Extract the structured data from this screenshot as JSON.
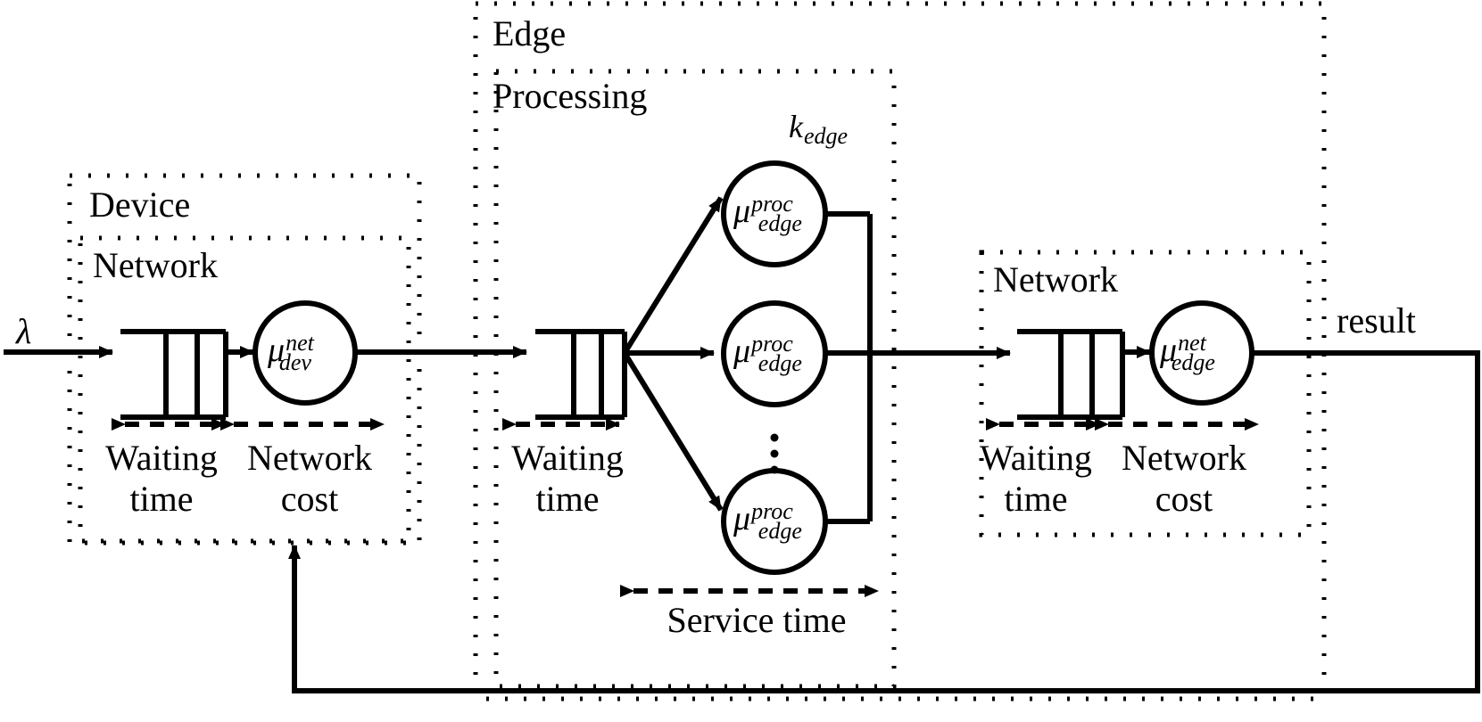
{
  "diagram": {
    "title": "Edge computing queueing model",
    "type": "queueing-network",
    "stroke_color": "#000000",
    "background": "#ffffff"
  },
  "flow": {
    "arrival_label": "λ",
    "result_label": "result"
  },
  "device_group": {
    "label": "Device",
    "network_subgroup": {
      "label": "Network",
      "queue_name": "device-network-queue",
      "server_symbol": {
        "base": "μ",
        "superscript": "net",
        "subscript": "dev"
      },
      "annotations": [
        {
          "label": "Waiting\ntime",
          "line1": "Waiting",
          "line2": "time"
        },
        {
          "label": "Network\ncost",
          "line1": "Network",
          "line2": "cost"
        }
      ]
    }
  },
  "edge_group": {
    "label": "Edge",
    "processing_subgroup": {
      "label": "Processing",
      "servers_count_label": {
        "base": "k",
        "subscript": "edge"
      },
      "queue_name": "edge-processing-queue",
      "servers": [
        {
          "base": "μ",
          "superscript": "proc",
          "subscript": "edge"
        },
        {
          "base": "μ",
          "superscript": "proc",
          "subscript": "edge"
        },
        {
          "base": "μ",
          "superscript": "proc",
          "subscript": "edge"
        }
      ],
      "vertical_ellipsis": "⋮",
      "annotations": [
        {
          "label": "Waiting\ntime",
          "line1": "Waiting",
          "line2": "time"
        },
        {
          "label": "Service time",
          "line1": "Service time",
          "line2": ""
        }
      ]
    },
    "network_subgroup": {
      "label": "Network",
      "queue_name": "edge-network-queue",
      "server_symbol": {
        "base": "μ",
        "superscript": "net",
        "subscript": "edge"
      },
      "annotations": [
        {
          "label": "Waiting\ntime",
          "line1": "Waiting",
          "line2": "time"
        },
        {
          "label": "Network\ncost",
          "line1": "Network",
          "line2": "cost"
        }
      ]
    }
  }
}
